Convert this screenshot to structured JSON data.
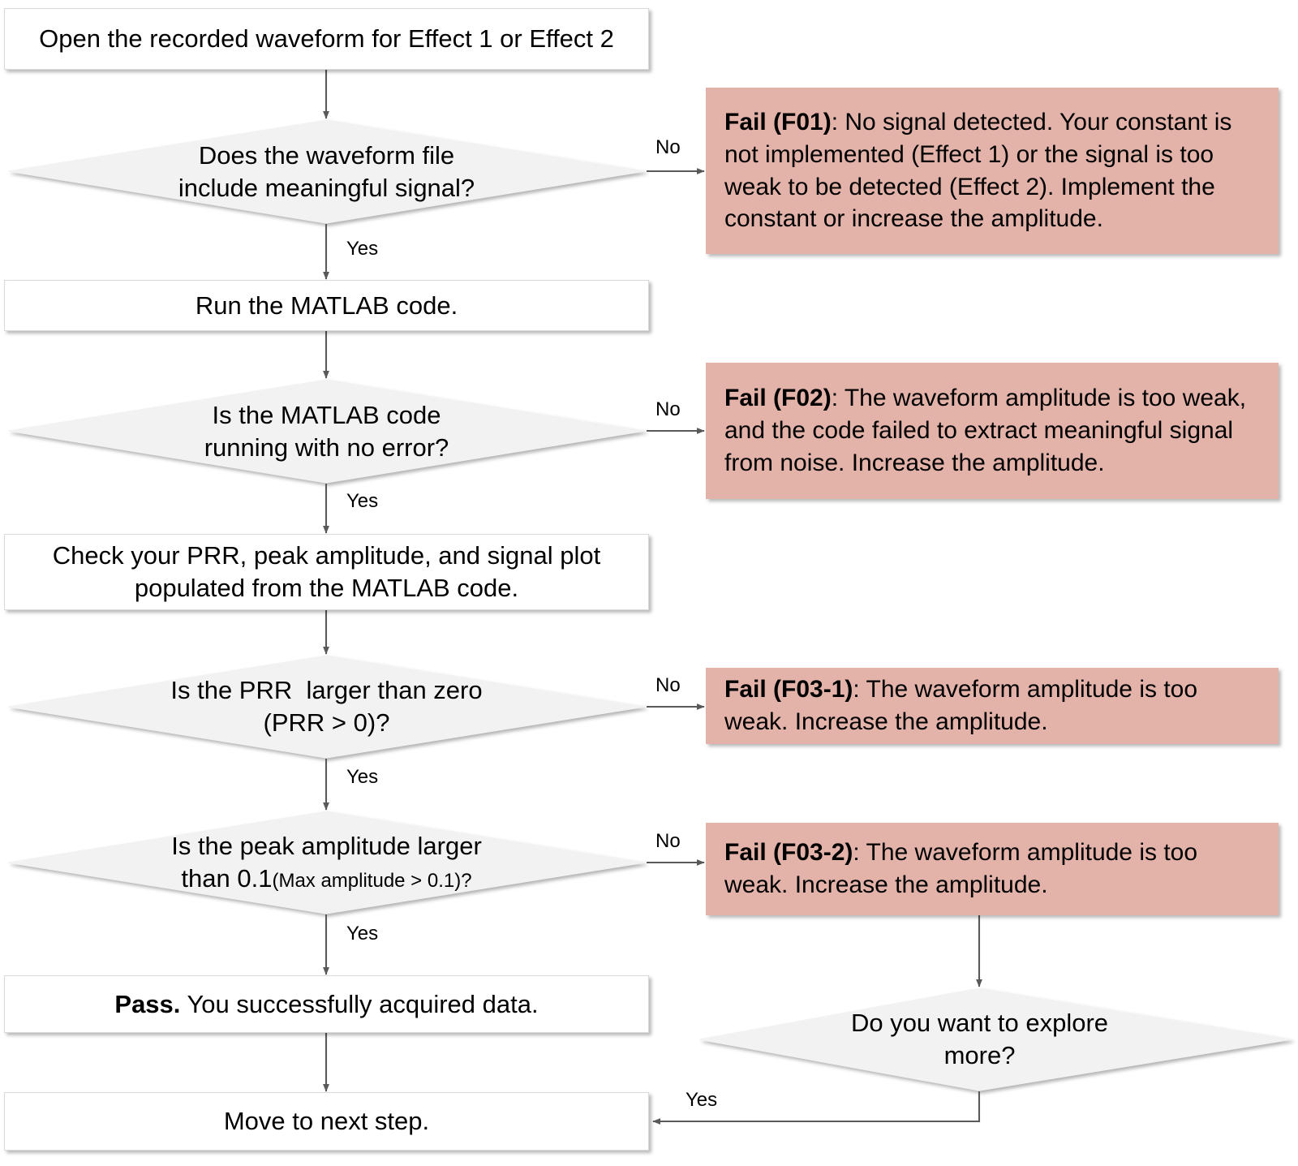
{
  "diagram": {
    "title": "Waveform data-acquisition troubleshooting flowchart",
    "colors": {
      "fail_box_fill": "#e3b2a9",
      "process_box_fill": "#ffffff",
      "decision_fill": "#f2f2f2",
      "border": "#d9d9d9",
      "connector": "#595959",
      "text": "#000000"
    }
  },
  "nodes": {
    "open_waveform": {
      "type": "process",
      "text": "Open the recorded waveform for Effect 1 or Effect 2"
    },
    "decision_meaningful_signal": {
      "type": "decision",
      "line1": "Does the waveform file",
      "line2": "include meaningful signal?"
    },
    "fail_f01": {
      "type": "fail",
      "label": "Fail (F01)",
      "separator": ": ",
      "text": "No signal detected. Your constant is not implemented (Effect 1) or the signal is too weak to be detected (Effect 2). Implement the constant or increase the amplitude."
    },
    "run_matlab": {
      "type": "process",
      "text": "Run the MATLAB code."
    },
    "decision_no_error": {
      "type": "decision",
      "line1": "Is the MATLAB code",
      "line2": "running with no error?"
    },
    "fail_f02": {
      "type": "fail",
      "label": "Fail (F02)",
      "separator": ": ",
      "text": "The waveform amplitude is too weak, and the code failed to extract meaningful signal from noise. Increase the amplitude."
    },
    "check_outputs": {
      "type": "process",
      "line1": "Check your PRR, peak amplitude, and signal plot",
      "line2": "populated from the MATLAB code."
    },
    "decision_prr": {
      "type": "decision",
      "line1": "Is the PRR  larger than zero",
      "line2": "(PRR > 0)?"
    },
    "fail_f03_1": {
      "type": "fail",
      "label": "Fail (F03-1)",
      "separator": ": ",
      "text": "The waveform amplitude is too weak. Increase the amplitude."
    },
    "decision_peak_amplitude": {
      "type": "decision",
      "line1": "Is the peak amplitude larger",
      "line2_main": "than 0.1",
      "line2_small": "(Max amplitude > 0.1)?"
    },
    "fail_f03_2": {
      "type": "fail",
      "label": "Fail (F03-2)",
      "separator": ": ",
      "text": "The waveform amplitude is too weak. Increase the amplitude."
    },
    "pass": {
      "type": "process",
      "label": "Pass.",
      "text": " You successfully acquired data."
    },
    "decision_explore_more": {
      "type": "decision",
      "line1": "Do you want to explore",
      "line2": "more?"
    },
    "next_step": {
      "type": "process",
      "text": "Move to next step."
    }
  },
  "edge_labels": {
    "no_1": "No",
    "yes_1": "Yes",
    "no_2": "No",
    "yes_2": "Yes",
    "no_3": "No",
    "yes_3": "Yes",
    "no_4": "No",
    "yes_4": "Yes",
    "yes_explore": "Yes"
  }
}
